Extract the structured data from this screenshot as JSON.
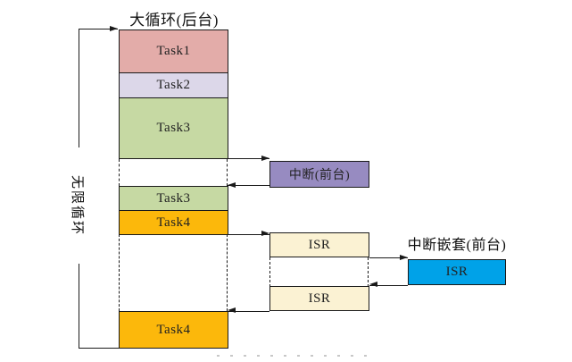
{
  "diagram": {
    "background_title": "大循环(后台)",
    "infinite_loop_label": "无限循环",
    "nested_interrupt_title": "中断嵌套(前台)",
    "background_column": [
      {
        "label": "Task1",
        "color": "#e3aca9"
      },
      {
        "label": "Task2",
        "color": "#dcd7e9"
      },
      {
        "label": "Task3",
        "color": "#c6d9a3"
      },
      {
        "label": "Task3",
        "color": "#c6d9a3"
      },
      {
        "label": "Task4",
        "color": "#fcb80b"
      },
      {
        "label": "Task4",
        "color": "#fcb80b"
      }
    ],
    "foreground_interrupt": {
      "label": "中断(前台)",
      "color": "#978bc1"
    },
    "isr_sequence": [
      {
        "label": "ISR",
        "color": "#fbf2d3"
      },
      {
        "label": "ISR",
        "color": "#00a2e8"
      },
      {
        "label": "ISR",
        "color": "#fbf2d3"
      }
    ],
    "line_color": "#1a1a1a"
  }
}
